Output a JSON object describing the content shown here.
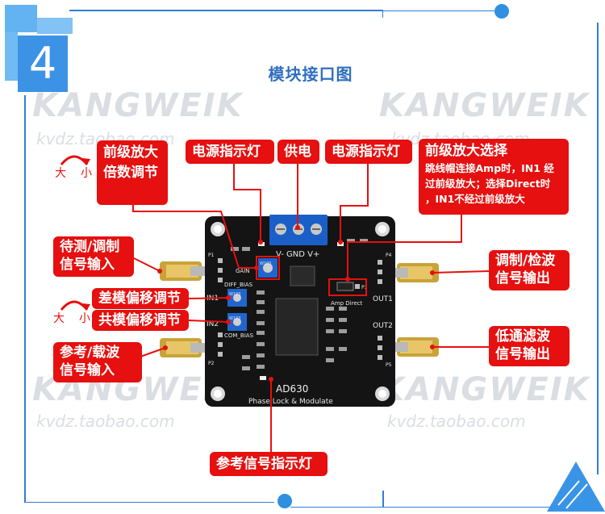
{
  "section_number": "4",
  "title": "模块接口图",
  "watermark": {
    "brand": "KANGWEIK",
    "shop": "kvdz.taobao.com"
  },
  "colors": {
    "frame": "#2f7fd6",
    "label_bg": "#e5100f",
    "title": "#2f6fc0",
    "pcb": "#141414",
    "terminal": "#1a5fc8"
  },
  "labels": {
    "pre_gain": [
      "前级放大",
      "倍数调节"
    ],
    "power_led_left": "电源指示灯",
    "power": "供电",
    "power_led_right": "电源指示灯",
    "pre_select": {
      "title": "前级放大选择",
      "desc": [
        "跳线帽连接Amp时，IN1 经",
        "过前级放大；选择Direct时",
        "，IN1不经过前级放大"
      ]
    },
    "input_signal": [
      "待测/调制",
      "信号输入"
    ],
    "diff_bias": "差模偏移调节",
    "common_bias": "共模偏移调节",
    "ref_input": [
      "参考/载波",
      "信号输入"
    ],
    "out_demod": [
      "调制/检波",
      "信号输出"
    ],
    "out_lowpass": [
      "低通滤波",
      "信号输出"
    ],
    "ref_led": "参考信号指示灯"
  },
  "knob_hint": {
    "big": "大",
    "small": "小"
  },
  "pcb": {
    "pins_top": "V-  GND  V+",
    "chip": "AD630",
    "subtitle": "Phase Lock & Modulate",
    "gain": "GAIN",
    "diff": "DIFF_BIAS",
    "com": "COM_BIAS",
    "in1": "IN1",
    "in2": "IN2",
    "out1": "OUT1",
    "out2": "OUT2",
    "amp_direct": "Amp Direct",
    "p1": "P1",
    "p2": "P2",
    "p3": "P3",
    "p4": "P4",
    "p5": "P5",
    "pot_text": "W103"
  }
}
